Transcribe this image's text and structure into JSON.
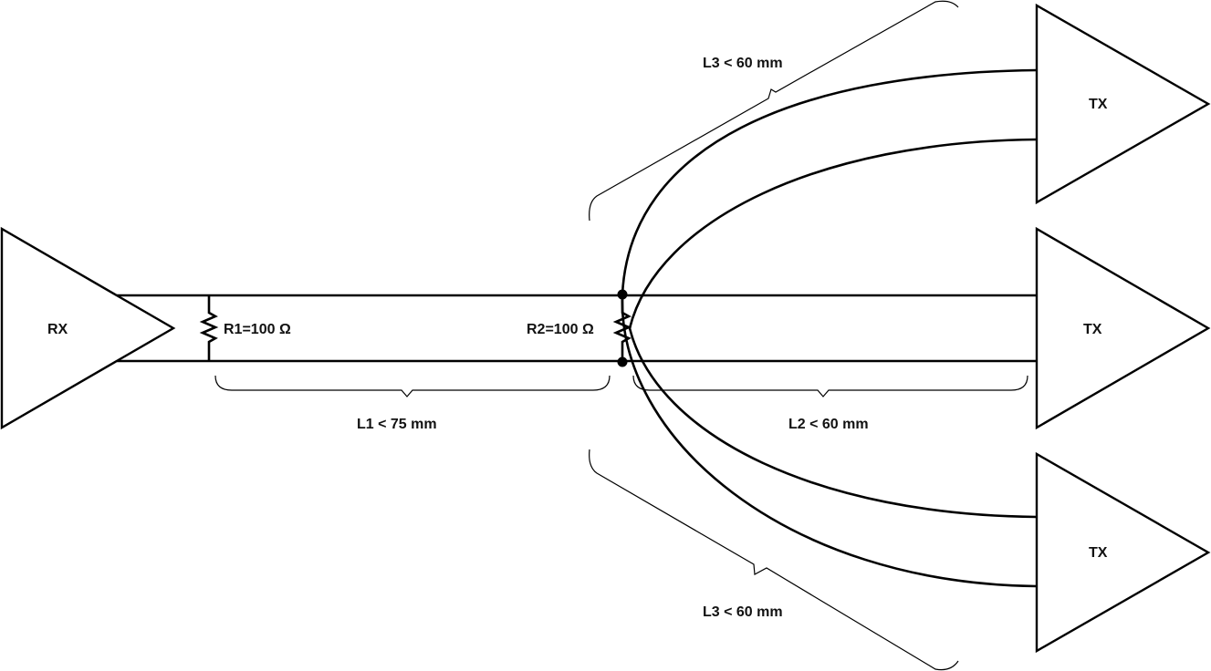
{
  "diagram": {
    "title": "",
    "receiver": {
      "label": "RX"
    },
    "transmitters": [
      {
        "label": "TX"
      },
      {
        "label": "TX"
      },
      {
        "label": "TX"
      }
    ],
    "resistors": [
      {
        "label": "R1=100 Ω",
        "value_ohms": 100
      },
      {
        "label": "R2=100 Ω",
        "value_ohms": 100
      }
    ],
    "lengths": {
      "l1": "L1 < 75 mm",
      "l2": "L2 < 60 mm",
      "l3_top": "L3 < 60 mm",
      "l3_bottom": "L3 < 60 mm"
    },
    "colors": {
      "line": "#000000",
      "background": "#ffffff"
    }
  }
}
